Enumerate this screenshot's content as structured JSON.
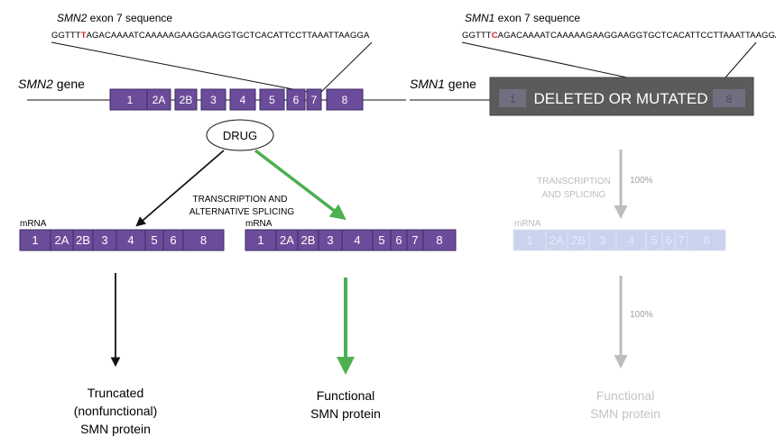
{
  "smn2": {
    "seq_header_gene": "SMN2",
    "seq_header_rest": " exon 7 sequence",
    "seq_prefix": "GGTTT",
    "seq_highlight": "T",
    "seq_suffix": "AGACAAAATCAAAAAGAAGGAAGGTGCTCACATTCCTTAAATTAAGGA",
    "gene_name": "SMN2",
    "gene_suffix": " gene",
    "exons": [
      "1",
      "2A",
      "2B",
      "3",
      "4",
      "5",
      "6",
      "7",
      "8"
    ]
  },
  "smn1": {
    "seq_header_gene": "SMN1",
    "seq_header_rest": " exon 7 sequence",
    "seq_prefix": "GGTTT",
    "seq_highlight": "C",
    "seq_suffix": "AGACAAAATCAAAAAGAAGGAAGGTGCTCACATTCCTTAAATTAAGGA",
    "gene_name": "SMN1",
    "gene_suffix": " gene",
    "deleted_label": "DELETED OR MUTATED",
    "deleted_exon_left": "1",
    "deleted_exon_right": "8"
  },
  "drug_label": "DRUG",
  "splicing_label_line1": "TRANSCRIPTION AND",
  "splicing_label_line2": "ALTERNATIVE SPLICING",
  "mrna_label": "mRNA",
  "mrna_left_exons": [
    "1",
    "2A",
    "2B",
    "3",
    "4",
    "5",
    "6",
    "8"
  ],
  "mrna_middle_exons": [
    "1",
    "2A",
    "2B",
    "3",
    "4",
    "5",
    "6",
    "7",
    "8"
  ],
  "mrna_right_exons": [
    "1",
    "2A",
    "2B",
    "3",
    "4",
    "5",
    "6",
    "7",
    "8"
  ],
  "right_transcription_line1": "TRANSCRIPTION",
  "right_transcription_line2": "AND SPLICING",
  "percent_top": "100%",
  "percent_bottom": "100%",
  "protein_truncated": [
    "Truncated",
    "(nonfunctional)",
    "SMN protein"
  ],
  "protein_functional_middle": [
    "Functional",
    "SMN protein"
  ],
  "protein_functional_right": [
    "Functional",
    "SMN protein"
  ],
  "colors": {
    "exon_purple": "#6b4c9a",
    "exon_faded": "#c9d3ee",
    "green_arrow": "#4caf50",
    "gray_arrow": "#bdbdbd",
    "highlight_red": "#e02020",
    "deleted_box": "#5b5b5b"
  }
}
